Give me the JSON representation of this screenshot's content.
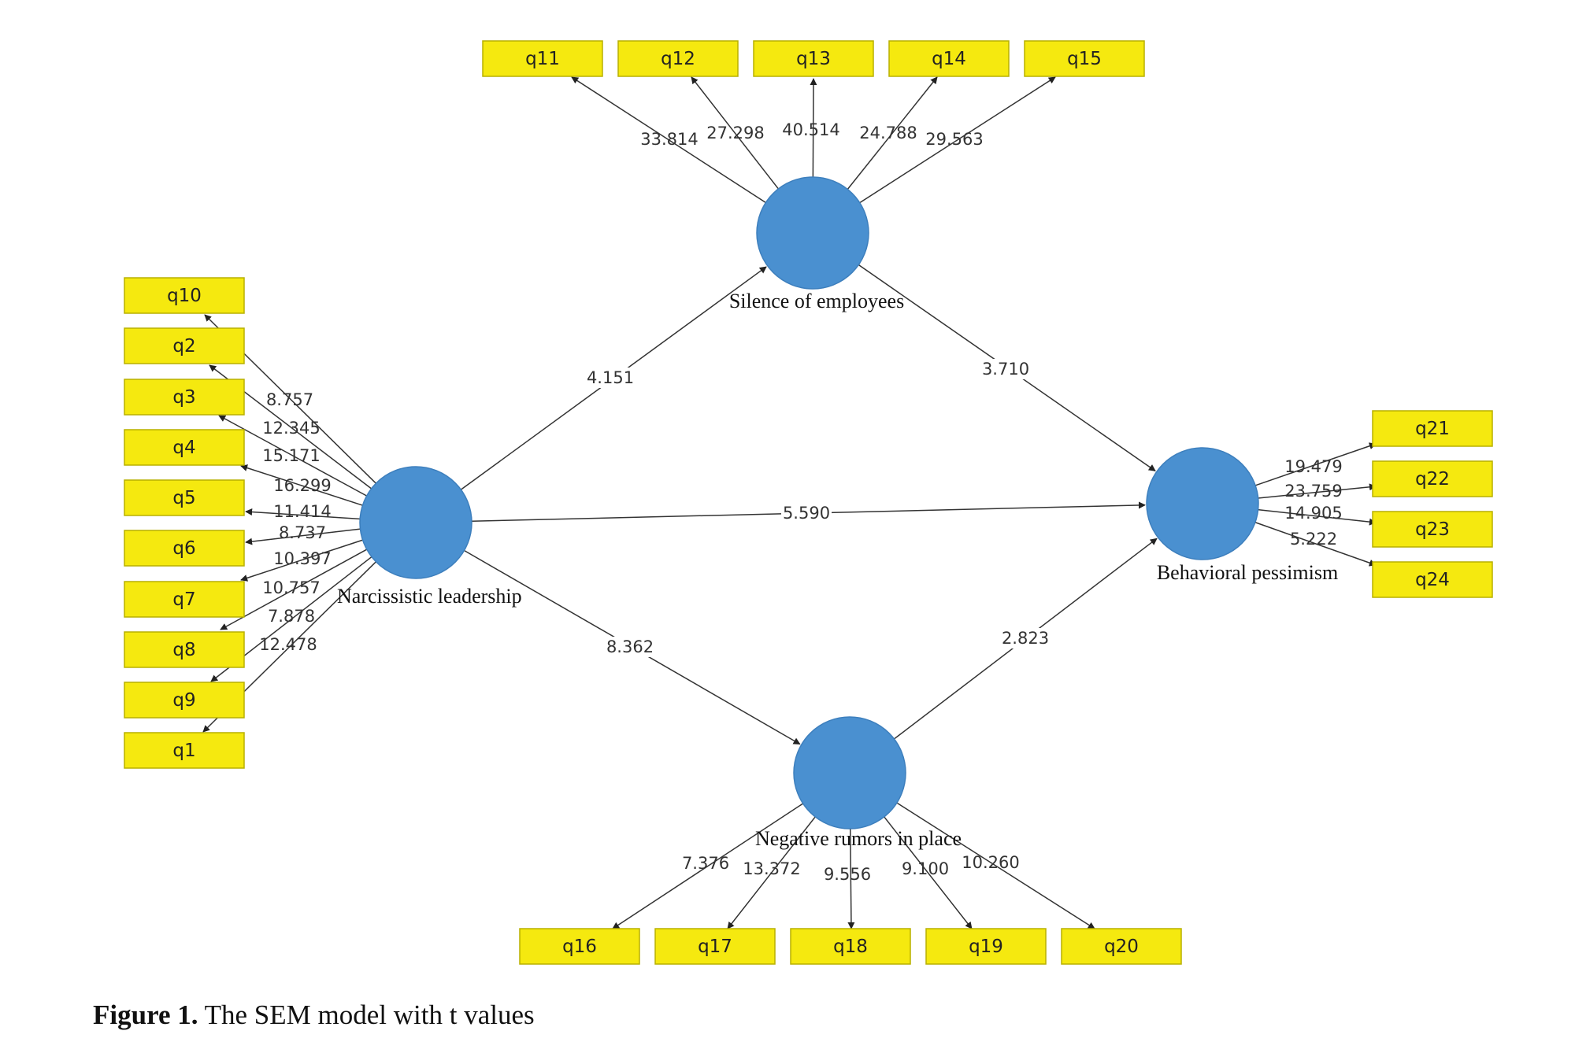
{
  "caption": {
    "label": "Figure 1.",
    "text": "The SEM model with t values"
  },
  "latent_variables": {
    "narcissistic": "Narcissistic leadership",
    "silence": "Silence of employees",
    "pessimism": "Behavioral pessimism",
    "rumors": "Negative rumors in place"
  },
  "indicators": {
    "narcissistic": [
      {
        "name": "q10",
        "t": "8.757"
      },
      {
        "name": "q2",
        "t": "12.345"
      },
      {
        "name": "q3",
        "t": "15.171"
      },
      {
        "name": "q4",
        "t": "16.299"
      },
      {
        "name": "q5",
        "t": "11.414"
      },
      {
        "name": "q6",
        "t": "8.737"
      },
      {
        "name": "q7",
        "t": "10.397"
      },
      {
        "name": "q8",
        "t": "10.757"
      },
      {
        "name": "q9",
        "t": "7.878"
      },
      {
        "name": "q1",
        "t": "12.478"
      }
    ],
    "silence": [
      {
        "name": "q11",
        "t": "33.814"
      },
      {
        "name": "q12",
        "t": "27.298"
      },
      {
        "name": "q13",
        "t": "40.514"
      },
      {
        "name": "q14",
        "t": "24.788"
      },
      {
        "name": "q15",
        "t": "29.563"
      }
    ],
    "pessimism": [
      {
        "name": "q21",
        "t": "19.479"
      },
      {
        "name": "q22",
        "t": "23.759"
      },
      {
        "name": "q23",
        "t": "14.905"
      },
      {
        "name": "q24",
        "t": "5.222"
      }
    ],
    "rumors": [
      {
        "name": "q16",
        "t": "7.376"
      },
      {
        "name": "q17",
        "t": "13.372"
      },
      {
        "name": "q18",
        "t": "9.556"
      },
      {
        "name": "q19",
        "t": "9.100"
      },
      {
        "name": "q20",
        "t": "10.260"
      }
    ]
  },
  "structural_paths": {
    "narcissistic_to_silence": "4.151",
    "silence_to_pessimism": "3.710",
    "narcissistic_to_pessimism": "5.590",
    "narcissistic_to_rumors": "8.362",
    "rumors_to_pessimism": "2.823"
  },
  "colors": {
    "indicator_fill": "#f5e90f",
    "latent_fill": "#4a90d0",
    "line": "#333333"
  }
}
